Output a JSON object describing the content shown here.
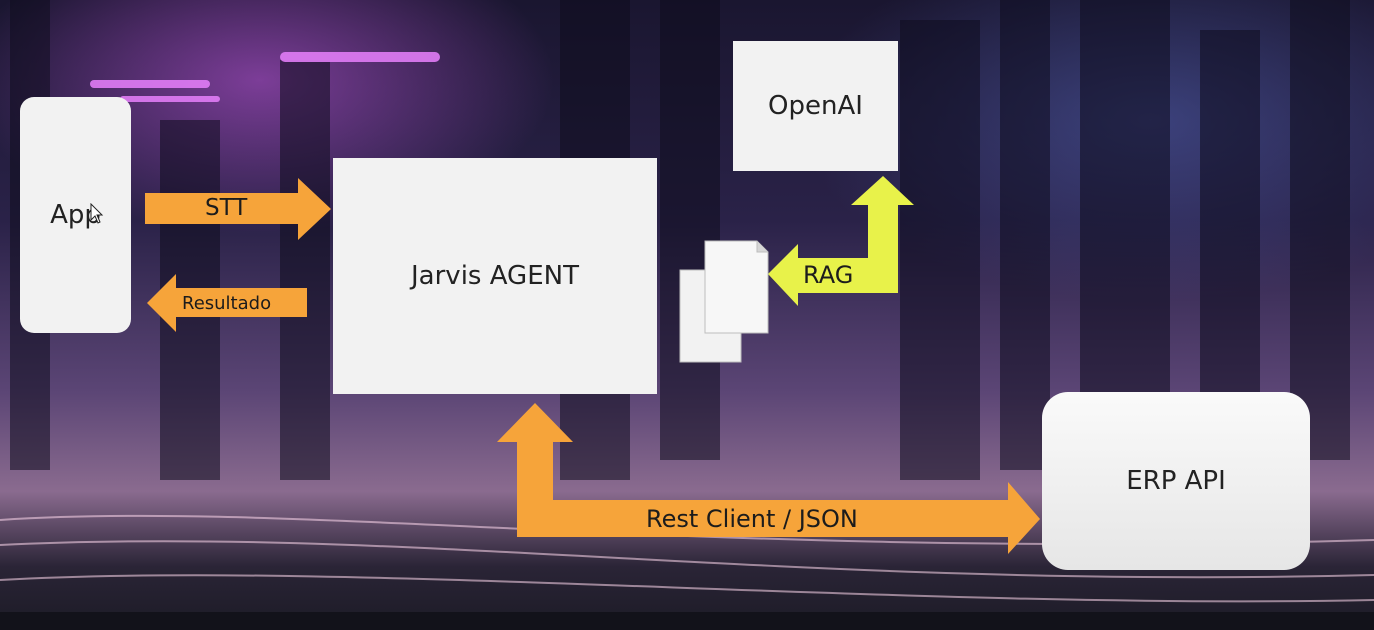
{
  "nodes": {
    "app": "App",
    "agent": "Jarvis AGENT",
    "openai": "OpenAI",
    "erp": "ERP API"
  },
  "edges": {
    "stt": "STT",
    "resultado": "Resultado",
    "rag": "RAG",
    "rest": "Rest Client / JSON"
  },
  "colors": {
    "orange_arrow": "#f6a43a",
    "yellow_arrow": "#e8f24a",
    "box_fill": "#f2f2f2"
  },
  "icons": {
    "documents": "documents-icon",
    "cursor": "mouse-cursor-icon"
  }
}
